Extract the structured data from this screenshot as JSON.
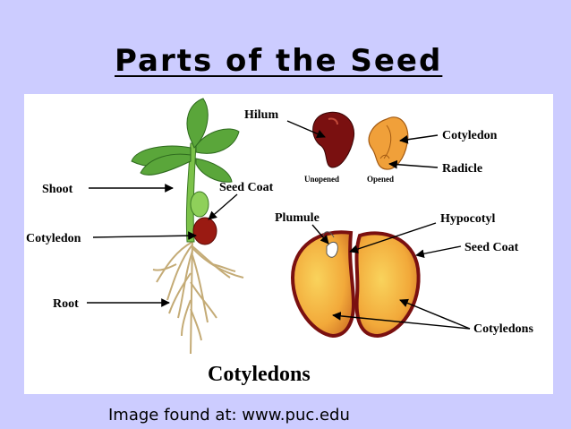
{
  "title": "Parts of the Seed",
  "caption": "Image found at: www.puc.edu",
  "diagram": {
    "labels": {
      "hilum": "Hilum",
      "shoot": "Shoot",
      "seed_coat_left": "Seed Coat",
      "cotyledon_left": "Cotyledon",
      "root": "Root",
      "unopened": "Unopened",
      "opened": "Opened",
      "cotyledon_right": "Cotyledon",
      "radicle": "Radicle",
      "plumule": "Plumule",
      "hypocotyl": "Hypocotyl",
      "seed_coat_right": "Seed Coat",
      "cotyledons": "Cotyledons",
      "footer": "Cotyledons"
    },
    "colors": {
      "seed_dark_red": "#7a1010",
      "cotyledon_orange": "#f2a33a",
      "cotyledon_yellow": "#f7c850",
      "leaf_green": "#5aa63a",
      "stem_green": "#7cc24a",
      "root_tan": "#c8b078"
    }
  }
}
